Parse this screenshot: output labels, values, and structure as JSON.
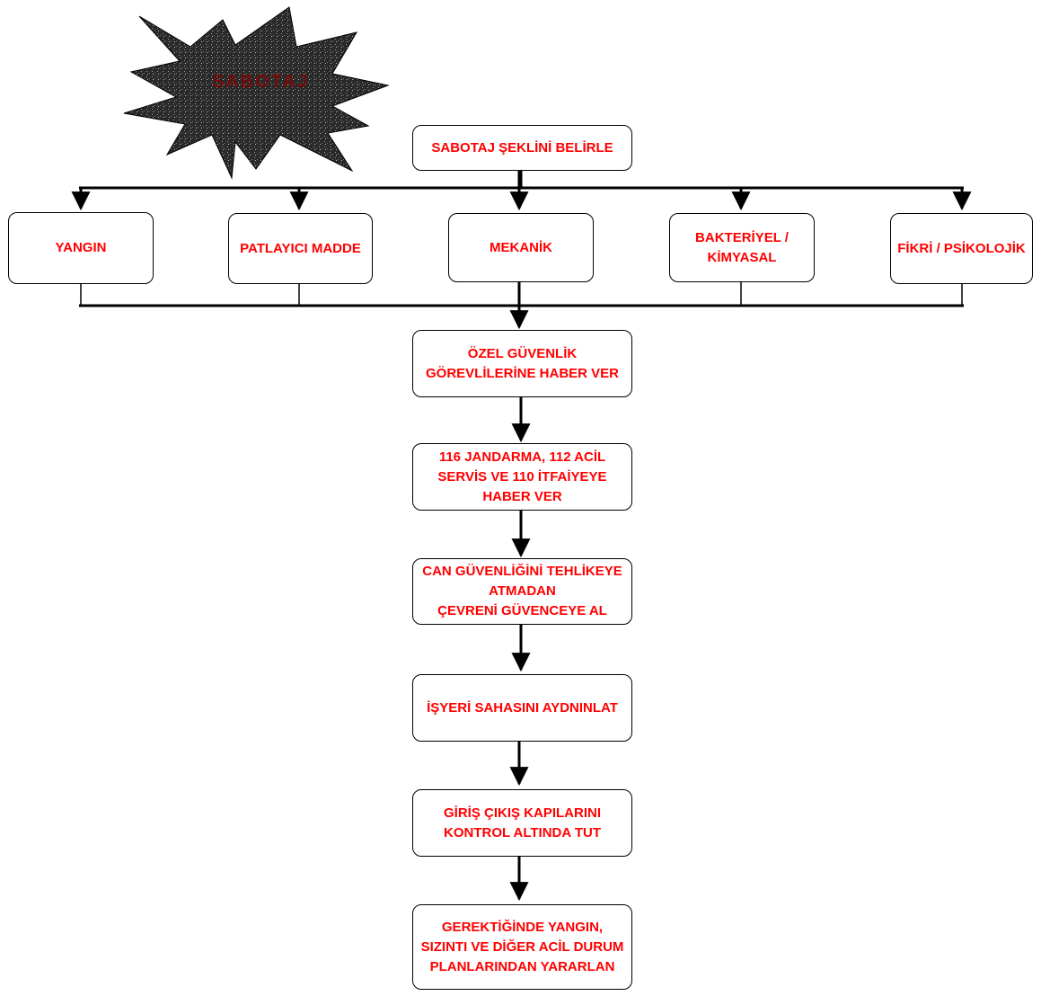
{
  "colors": {
    "text": "#ff0000",
    "line": "#000000",
    "burst_fill": "#2a2a2a",
    "burst_text": "#8b0000"
  },
  "burst": {
    "label": "SABOTAJ"
  },
  "nodes": {
    "start": "SABOTAJ ŞEKLİNİ BELİRLE",
    "types": [
      "YANGIN",
      "PATLAYICI MADDE",
      "MEKANİK",
      "BAKTERİYEL /\nKİMYASAL",
      "FİKRİ / PSİKOLOJİK"
    ],
    "steps": [
      "ÖZEL GÜVENLİK\nGÖREVLİLERİNE HABER VER",
      "116 JANDARMA, 112 ACİL\nSERVİS VE 110 İTFAİYEYE\nHABER VER",
      "CAN GÜVENLİĞİNİ TEHLİKEYE\nATMADAN\nÇEVRENİ GÜVENCEYE AL",
      "İŞYERİ SAHASINI AYDNINLAT",
      "GİRİŞ ÇIKIŞ KAPILARINI\nKONTROL ALTINDA TUT",
      "GEREKTİĞİNDE YANGIN,\nSIZINTI VE DİĞER ACİL DURUM\nPLANLARINDAN YARARLAN"
    ]
  }
}
